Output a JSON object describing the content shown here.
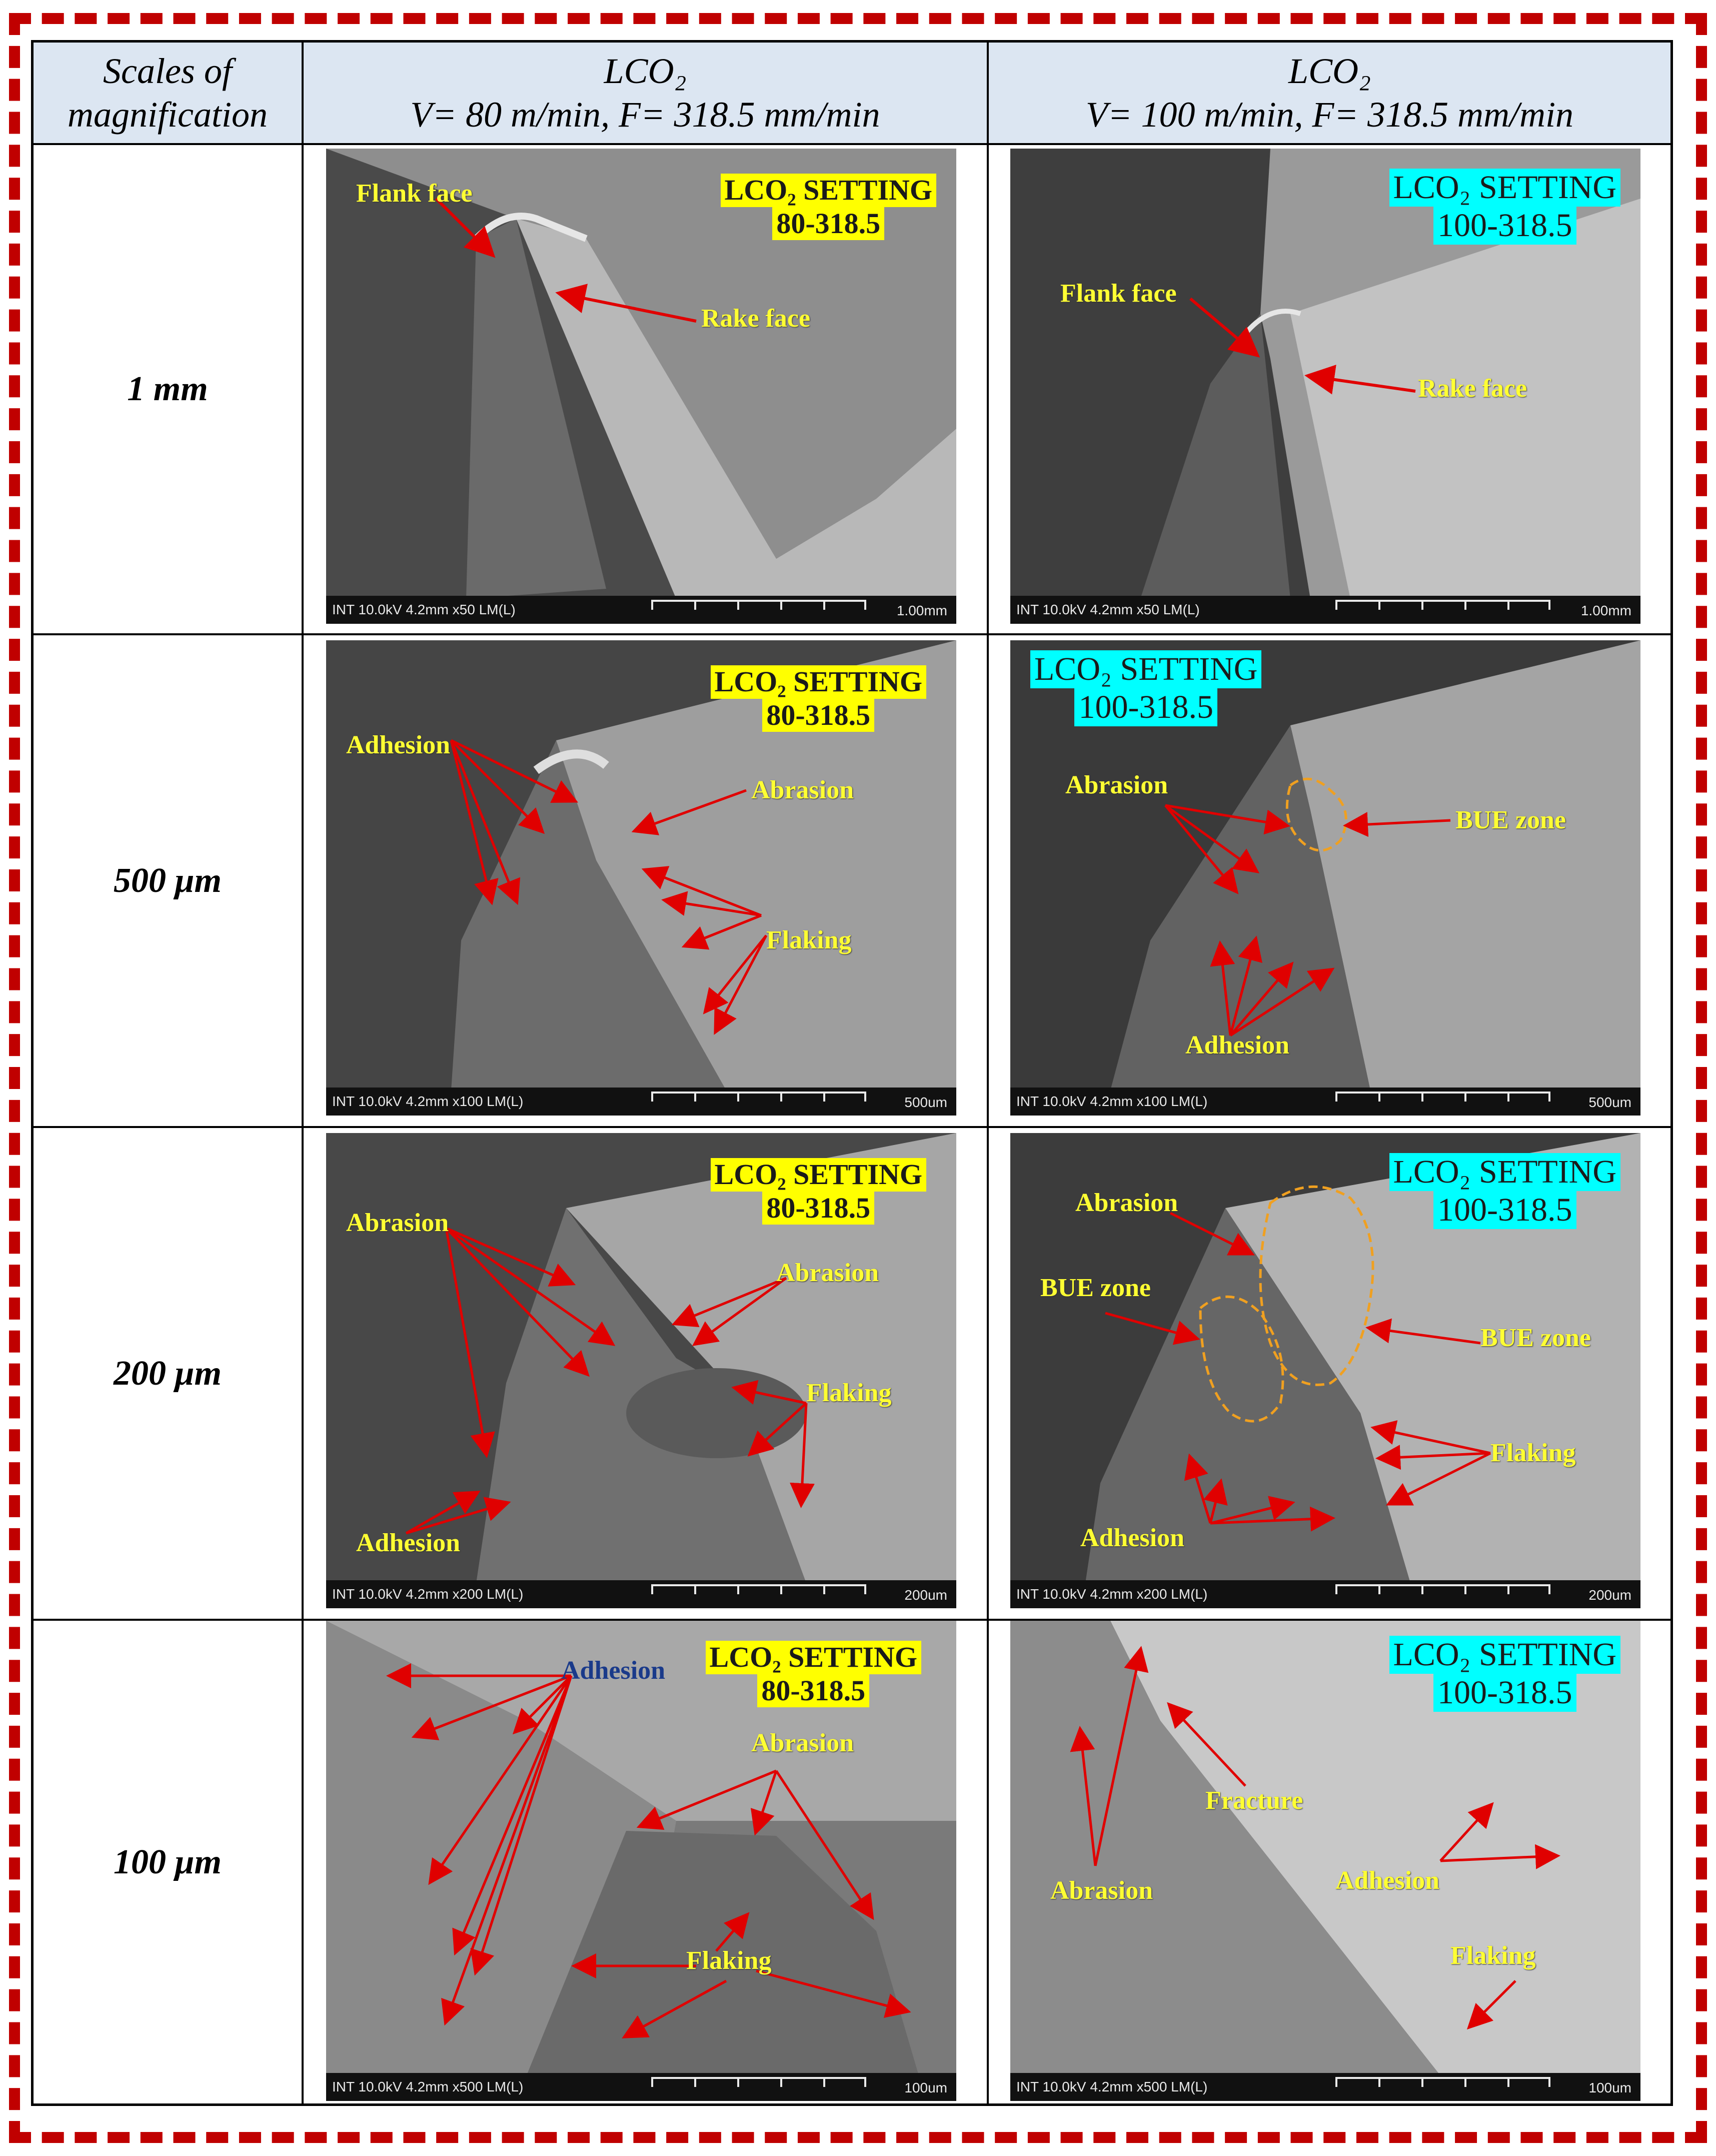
{
  "header": {
    "col0": [
      "Scales of",
      "magnification"
    ],
    "col1": [
      "LCO₂",
      "V= 80 m/min, F= 318.5 mm/min"
    ],
    "col2": [
      "LCO₂",
      "V= 100 m/min, F= 318.5 mm/min"
    ]
  },
  "rows": [
    {
      "scale": "1 mm",
      "left": {
        "bar": "INT 10.0kV 4.2mm x50 LM(L)",
        "scale_label": "1.00mm",
        "tag": [
          "LCO₂ SETTING",
          "80-318.5"
        ],
        "labels": [
          "Flank face",
          "Rake face"
        ]
      },
      "right": {
        "bar": "INT 10.0kV 4.2mm x50 LM(L)",
        "scale_label": "1.00mm",
        "tag": [
          "LCO₂ SETTING",
          "100-318.5"
        ],
        "labels": [
          "Flank face",
          "Rake face"
        ]
      }
    },
    {
      "scale": "500 μm",
      "left": {
        "bar": "INT 10.0kV 4.2mm x100 LM(L)",
        "scale_label": "500um",
        "tag": [
          "LCO₂ SETTING",
          "80-318.5"
        ],
        "labels": [
          "Adhesion",
          "Abrasion",
          "Flaking"
        ]
      },
      "right": {
        "bar": "INT 10.0kV 4.2mm x100 LM(L)",
        "scale_label": "500um",
        "tag": [
          "LCO₂ SETTING",
          "100-318.5"
        ],
        "labels": [
          "Abrasion",
          "BUE zone",
          "Adhesion"
        ]
      }
    },
    {
      "scale": "200 μm",
      "left": {
        "bar": "INT 10.0kV 4.2mm x200 LM(L)",
        "scale_label": "200um",
        "tag": [
          "LCO₂ SETTING",
          "80-318.5"
        ],
        "labels": [
          "Abrasion",
          "Abrasion",
          "Flaking",
          "Adhesion"
        ]
      },
      "right": {
        "bar": "INT 10.0kV 4.2mm x200 LM(L)",
        "scale_label": "200um",
        "tag": [
          "LCO₂ SETTING",
          "100-318.5"
        ],
        "labels": [
          "Abrasion",
          "BUE zone",
          "BUE zone",
          "Flaking",
          "Adhesion"
        ]
      }
    },
    {
      "scale": "100 μm",
      "left": {
        "bar": "INT 10.0kV 4.2mm x500 LM(L)",
        "scale_label": "100um",
        "tag": [
          "LCO₂ SETTING",
          "80-318.5"
        ],
        "labels": [
          "Adhesion",
          "Abrasion",
          "Flaking"
        ]
      },
      "right": {
        "bar": "INT 10.0kV 4.2mm x500 LM(L)",
        "scale_label": "100um",
        "tag": [
          "LCO₂ SETTING",
          "100-318.5"
        ],
        "labels": [
          "Fracture",
          "Abrasion",
          "Adhesion",
          "Flaking"
        ]
      }
    }
  ],
  "colors": {
    "frame": "#c00000",
    "header_bg": "#dce6f2",
    "tag_yellow": "#ffff00",
    "tag_cyan": "#00ffff",
    "arrow": "#e00000",
    "label": "#ffff33",
    "bue_outline": "#f0a020"
  }
}
